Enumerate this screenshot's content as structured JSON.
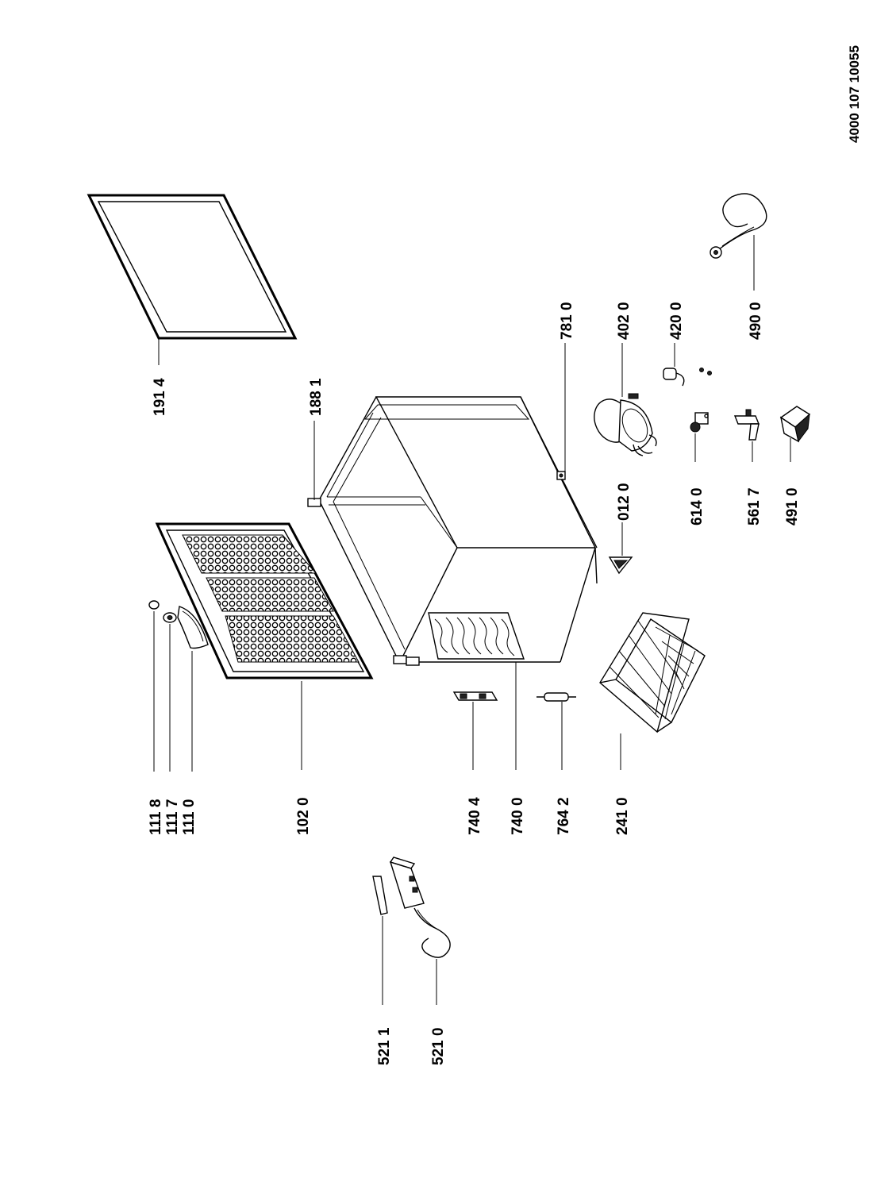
{
  "document_number": "4000 107 10055",
  "labels": {
    "p1918": "111 8",
    "p1117": "111 7",
    "p1110": "111 0",
    "p1020": "102 0",
    "p7404": "740 4",
    "p7400": "740 0",
    "p7642": "764 2",
    "p2410": "241 0",
    "p5211": "521 1",
    "p5210": "521 0",
    "p1914": "191 4",
    "p1881": "188 1",
    "p7810": "781 0",
    "p4020": "402 0",
    "p4200": "420 0",
    "p4900": "490 0",
    "p0120": "012 0",
    "p6140": "614 0",
    "p5617": "561 7",
    "p4910": "491 0"
  }
}
